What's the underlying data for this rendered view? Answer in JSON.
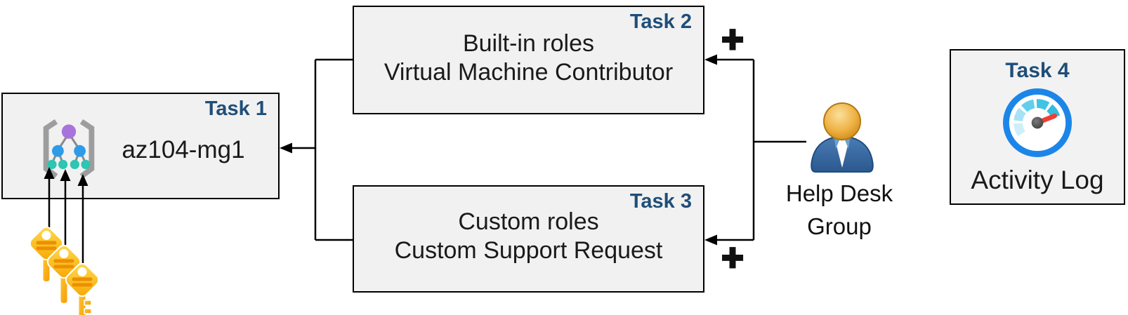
{
  "boxes": {
    "task1": {
      "badge": "Task 1",
      "title": "az104-mg1"
    },
    "task2": {
      "badge": "Task 2",
      "line1": "Built-in roles",
      "line2": "Virtual Machine Contributor"
    },
    "task3": {
      "badge": "Task 3",
      "line1": "Custom roles",
      "line2": "Custom Support Request"
    },
    "task4": {
      "badge": "Task 4",
      "label": "Activity Log"
    }
  },
  "person": {
    "caption_line1": "Help Desk",
    "caption_line2": "Group"
  },
  "symbols": {
    "plus_top": "+",
    "plus_bottom": "+"
  },
  "icons": {
    "management_group": "management-group-icon",
    "keys": "keys-icon",
    "person": "person-icon",
    "activity_log_gauge": "gauge-icon"
  },
  "colors": {
    "box_fill": "#F1F1F1",
    "box_border": "#000000",
    "task_badge_blue": "#1F4E79",
    "body_text": "#1A1A1A",
    "connector_black": "#000000",
    "key_gold": "#F9A602",
    "key_stripe_orange": "#ED8E00",
    "person_head_gold": "#EFB347",
    "person_body_blue": "#34689F",
    "gauge_ring_blue": "#1C86E8",
    "gauge_segment_teal": "#3FC4E3",
    "gauge_needle_red": "#EE4035",
    "mg_purple": "#A874DC",
    "mg_blue": "#2E9BE8",
    "mg_teal": "#2EC5B2",
    "mg_bracket_gray": "#9D9D9D"
  }
}
